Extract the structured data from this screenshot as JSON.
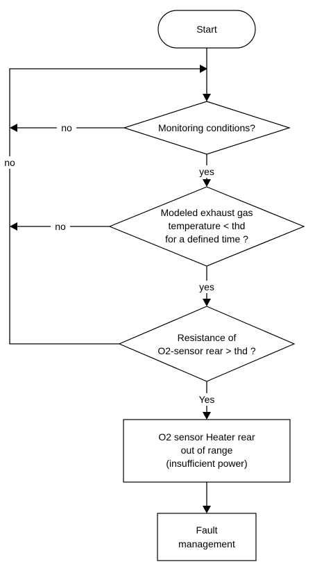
{
  "flowchart": {
    "start": "Start",
    "decision1": {
      "line1": "Monitoring  conditions?"
    },
    "decision2": {
      "line1": "Modeled exhaust gas",
      "line2": "temperature < thd",
      "line3": "for a defined time ?"
    },
    "decision3": {
      "line1": "Resistance of",
      "line2": "O2-sensor rear > thd ?"
    },
    "process1": {
      "line1": "O2 sensor Heater rear",
      "line2": "out of range",
      "line3": "(insufficient power)"
    },
    "process2": {
      "line1": "Fault",
      "line2": "management"
    },
    "labels": {
      "no1": "no",
      "no2": "no",
      "no_left": "no",
      "yes1": "yes",
      "yes2": "yes",
      "yes3": "Yes"
    }
  }
}
